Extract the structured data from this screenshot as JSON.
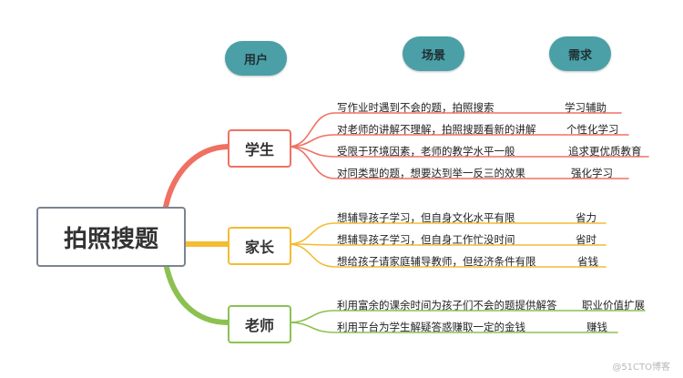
{
  "headers": {
    "user": "用户",
    "scene": "场景",
    "need": "需求"
  },
  "root": {
    "label": "拍照搜题"
  },
  "categories": [
    {
      "label": "学生",
      "color": "#f07062"
    },
    {
      "label": "家长",
      "color": "#f3bc32"
    },
    {
      "label": "老师",
      "color": "#8cc152"
    }
  ],
  "branches": {
    "student": [
      {
        "scene": "写作业时遇到不会的题，拍照搜索",
        "need": "学习辅助"
      },
      {
        "scene": "对老师的讲解不理解，拍照搜题看新的讲解",
        "need": "个性化学习"
      },
      {
        "scene": "受限于环境因素，老师的教学水平一般",
        "need": "追求更优质教育"
      },
      {
        "scene": "对同类型的题，想要达到举一反三的效果",
        "need": "强化学习"
      }
    ],
    "parent": [
      {
        "scene": "想辅导孩子学习，但自身文化水平有限",
        "need": "省力"
      },
      {
        "scene": "想辅导孩子学习，但自身工作忙没时间",
        "need": "省时"
      },
      {
        "scene": "想给孩子请家庭辅导教师，但经济条件有限",
        "need": "省钱"
      }
    ],
    "teacher": [
      {
        "scene": "利用富余的课余时间为孩子们不会的题提供解答",
        "need": "职业价值扩展"
      },
      {
        "scene": "利用平台为学生解疑答惑赚取一定的金钱",
        "need": "赚钱"
      }
    ]
  },
  "watermark": "@51CTO博客"
}
